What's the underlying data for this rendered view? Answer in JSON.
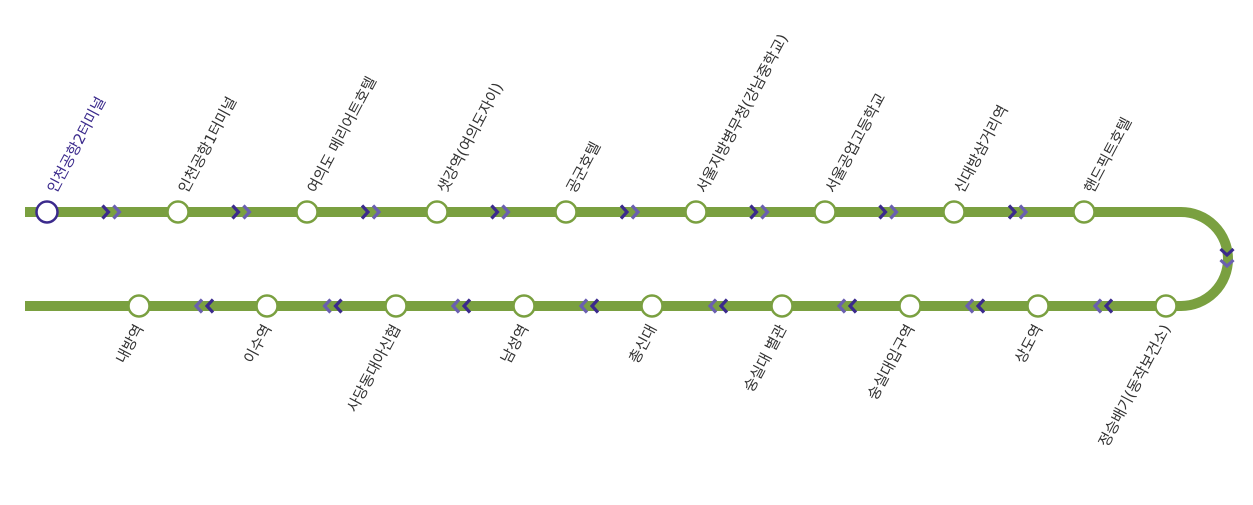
{
  "line": {
    "color": "#7aa040",
    "arrow_color_dark": "#3b2a8c",
    "arrow_color_light": "#6a5fb0",
    "current_station_color": "#3b2a8c"
  },
  "top_stations": [
    {
      "name": "인천공항2터미널",
      "current": true
    },
    {
      "name": "인천공항1터미널",
      "current": false
    },
    {
      "name": "여의도 메리어트호텔",
      "current": false
    },
    {
      "name": "샛강역(여의도자이)",
      "current": false
    },
    {
      "name": "공군호텔",
      "current": false
    },
    {
      "name": "서울지방병무청(강남중학교)",
      "current": false
    },
    {
      "name": "서울공업고등학교",
      "current": false
    },
    {
      "name": "신대방삼거리역",
      "current": false
    },
    {
      "name": "핸드픽트호텔",
      "current": false
    }
  ],
  "bottom_stations": [
    {
      "name": "정승배기(동작보건소)"
    },
    {
      "name": "상도역"
    },
    {
      "name": "숭실대입구역"
    },
    {
      "name": "숭실대 별관"
    },
    {
      "name": "총신대"
    },
    {
      "name": "남성역"
    },
    {
      "name": "사당동대아신협"
    },
    {
      "name": "이수역"
    },
    {
      "name": "내방역"
    }
  ]
}
